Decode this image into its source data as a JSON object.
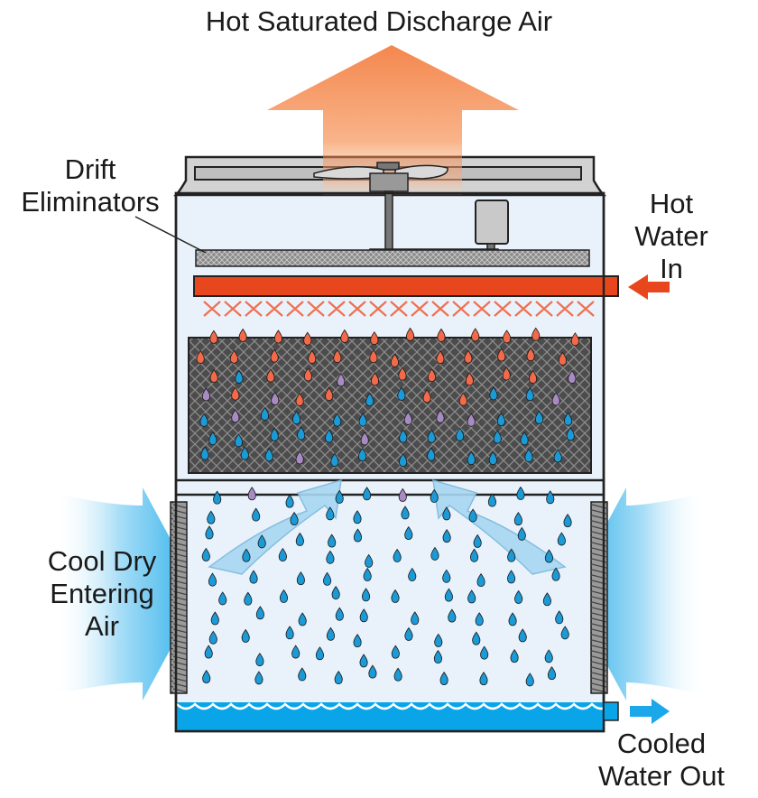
{
  "labels": {
    "discharge": "Hot Saturated Discharge Air",
    "drift": [
      "Drift",
      "Eliminators"
    ],
    "hot_water": [
      "Hot",
      "Water",
      "In"
    ],
    "cool_air": [
      "Cool Dry",
      "Entering",
      "Air"
    ],
    "cooled_water": [
      "Cooled",
      "Water Out"
    ]
  },
  "colors": {
    "hot_water": "#e8471e",
    "warm_drop": "#f26a4a",
    "cool_drop": "#1c9ad6",
    "mid_drop": "#a98bc4",
    "basin_water": "#0aa5e8",
    "casing": "#e9f2fb",
    "fill_media": "#4a4a4a",
    "exhaust": "#f58a4e",
    "intake": "#35b4ee"
  },
  "icons": [
    "fan-icon",
    "motor-icon",
    "hot-water-arrow-icon",
    "cooled-water-arrow-icon"
  ]
}
